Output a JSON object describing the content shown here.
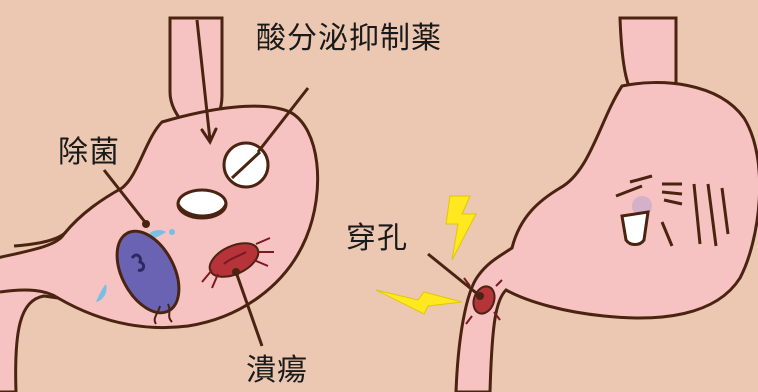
{
  "labels": {
    "antacid": "酸分泌抑制薬",
    "eradication": "除菌",
    "ulcer": "潰瘍",
    "perforation": "穿孔"
  },
  "colors": {
    "background": "#ecc7b2",
    "stomach_fill": "#f6c2c2",
    "stomach_outline": "#4a2410",
    "bacterium": "#6a63b3",
    "ulcer": "#b7333a",
    "water_drop": "#76bfe6",
    "lightning": "#ffe81f",
    "pill": "#ffffff"
  },
  "icons": [
    "pill-icon",
    "tablet-icon",
    "helicobacter-icon",
    "ulcer-icon",
    "water-drop-icon",
    "lightning-icon",
    "pained-face-icon"
  ]
}
